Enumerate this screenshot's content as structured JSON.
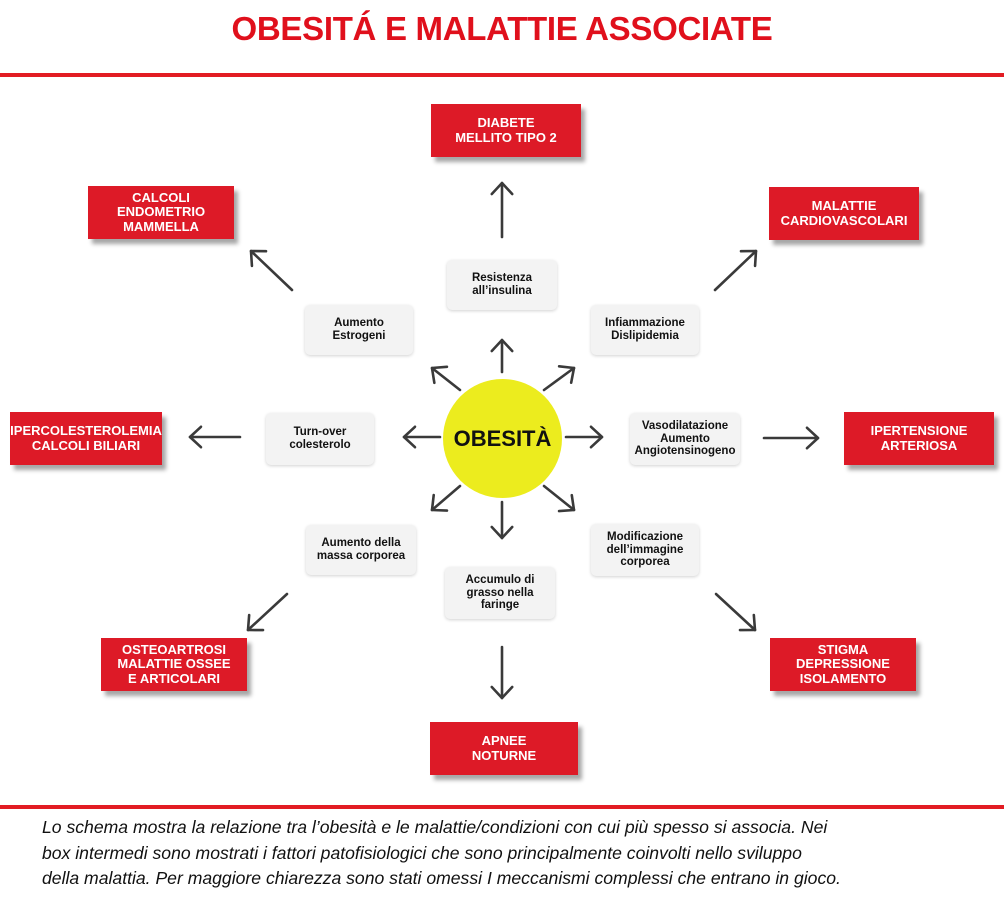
{
  "title": "OBESITÁ E MALATTIE ASSOCIATE",
  "center": "OBESITÀ",
  "diseases": {
    "diabete": [
      "DIABETE",
      "MELLITO TIPO 2"
    ],
    "cardiovascolari": [
      "MALATTIE",
      "CARDIOVASCOLARI"
    ],
    "ipertensione": [
      "IPERTENSIONE",
      "ARTERIOSA"
    ],
    "stigma": [
      "STIGMA",
      "DEPRESSIONE",
      "ISOLAMENTO"
    ],
    "apnee": [
      "APNEE",
      "NOTURNE"
    ],
    "osteoartrosi": [
      "OSTEOARTROSI",
      "MALATTIE OSSEE",
      "E ARTICOLARI"
    ],
    "ipercolesterolemia": [
      "IPERCOLESTEROLEMIA",
      "CALCOLI BILIARI"
    ],
    "calcoli": [
      "CALCOLI",
      "ENDOMETRIO",
      "MAMMELLA"
    ]
  },
  "factors": {
    "insulina": [
      "Resistenza",
      "all’insulina"
    ],
    "infiammazione": [
      "Infiammazione",
      "Dislipidemia"
    ],
    "vasodilatazione": [
      "Vasodilatazione",
      "Aumento",
      "Angiotensinogeno"
    ],
    "immagine": [
      "Modificazione",
      "dell’immagine",
      "corporea"
    ],
    "faringe": [
      "Accumulo di",
      "grasso nella",
      "faringe"
    ],
    "massa": [
      "Aumento della",
      "massa corporea"
    ],
    "colesterolo": [
      "Turn-over",
      "colesterolo"
    ],
    "estrogeni": [
      "Aumento",
      "Estrogeni"
    ]
  },
  "caption": [
    "Lo schema mostra la relazione tra l’obesità e le malattie/condizioni con cui più spesso si associa. Nei",
    "box intermedi sono mostrati i fattori patofisiologici che sono principalmente coinvolti nello sviluppo",
    "della malattia. Per maggiore chiarezza sono stati omessi I meccanismi complessi che entrano in gioco."
  ],
  "colors": {
    "accent": "#dd1a27",
    "center": "#ecec1e",
    "factor_bg": "#f3f3f3",
    "arrow": "#3a3a3a"
  }
}
